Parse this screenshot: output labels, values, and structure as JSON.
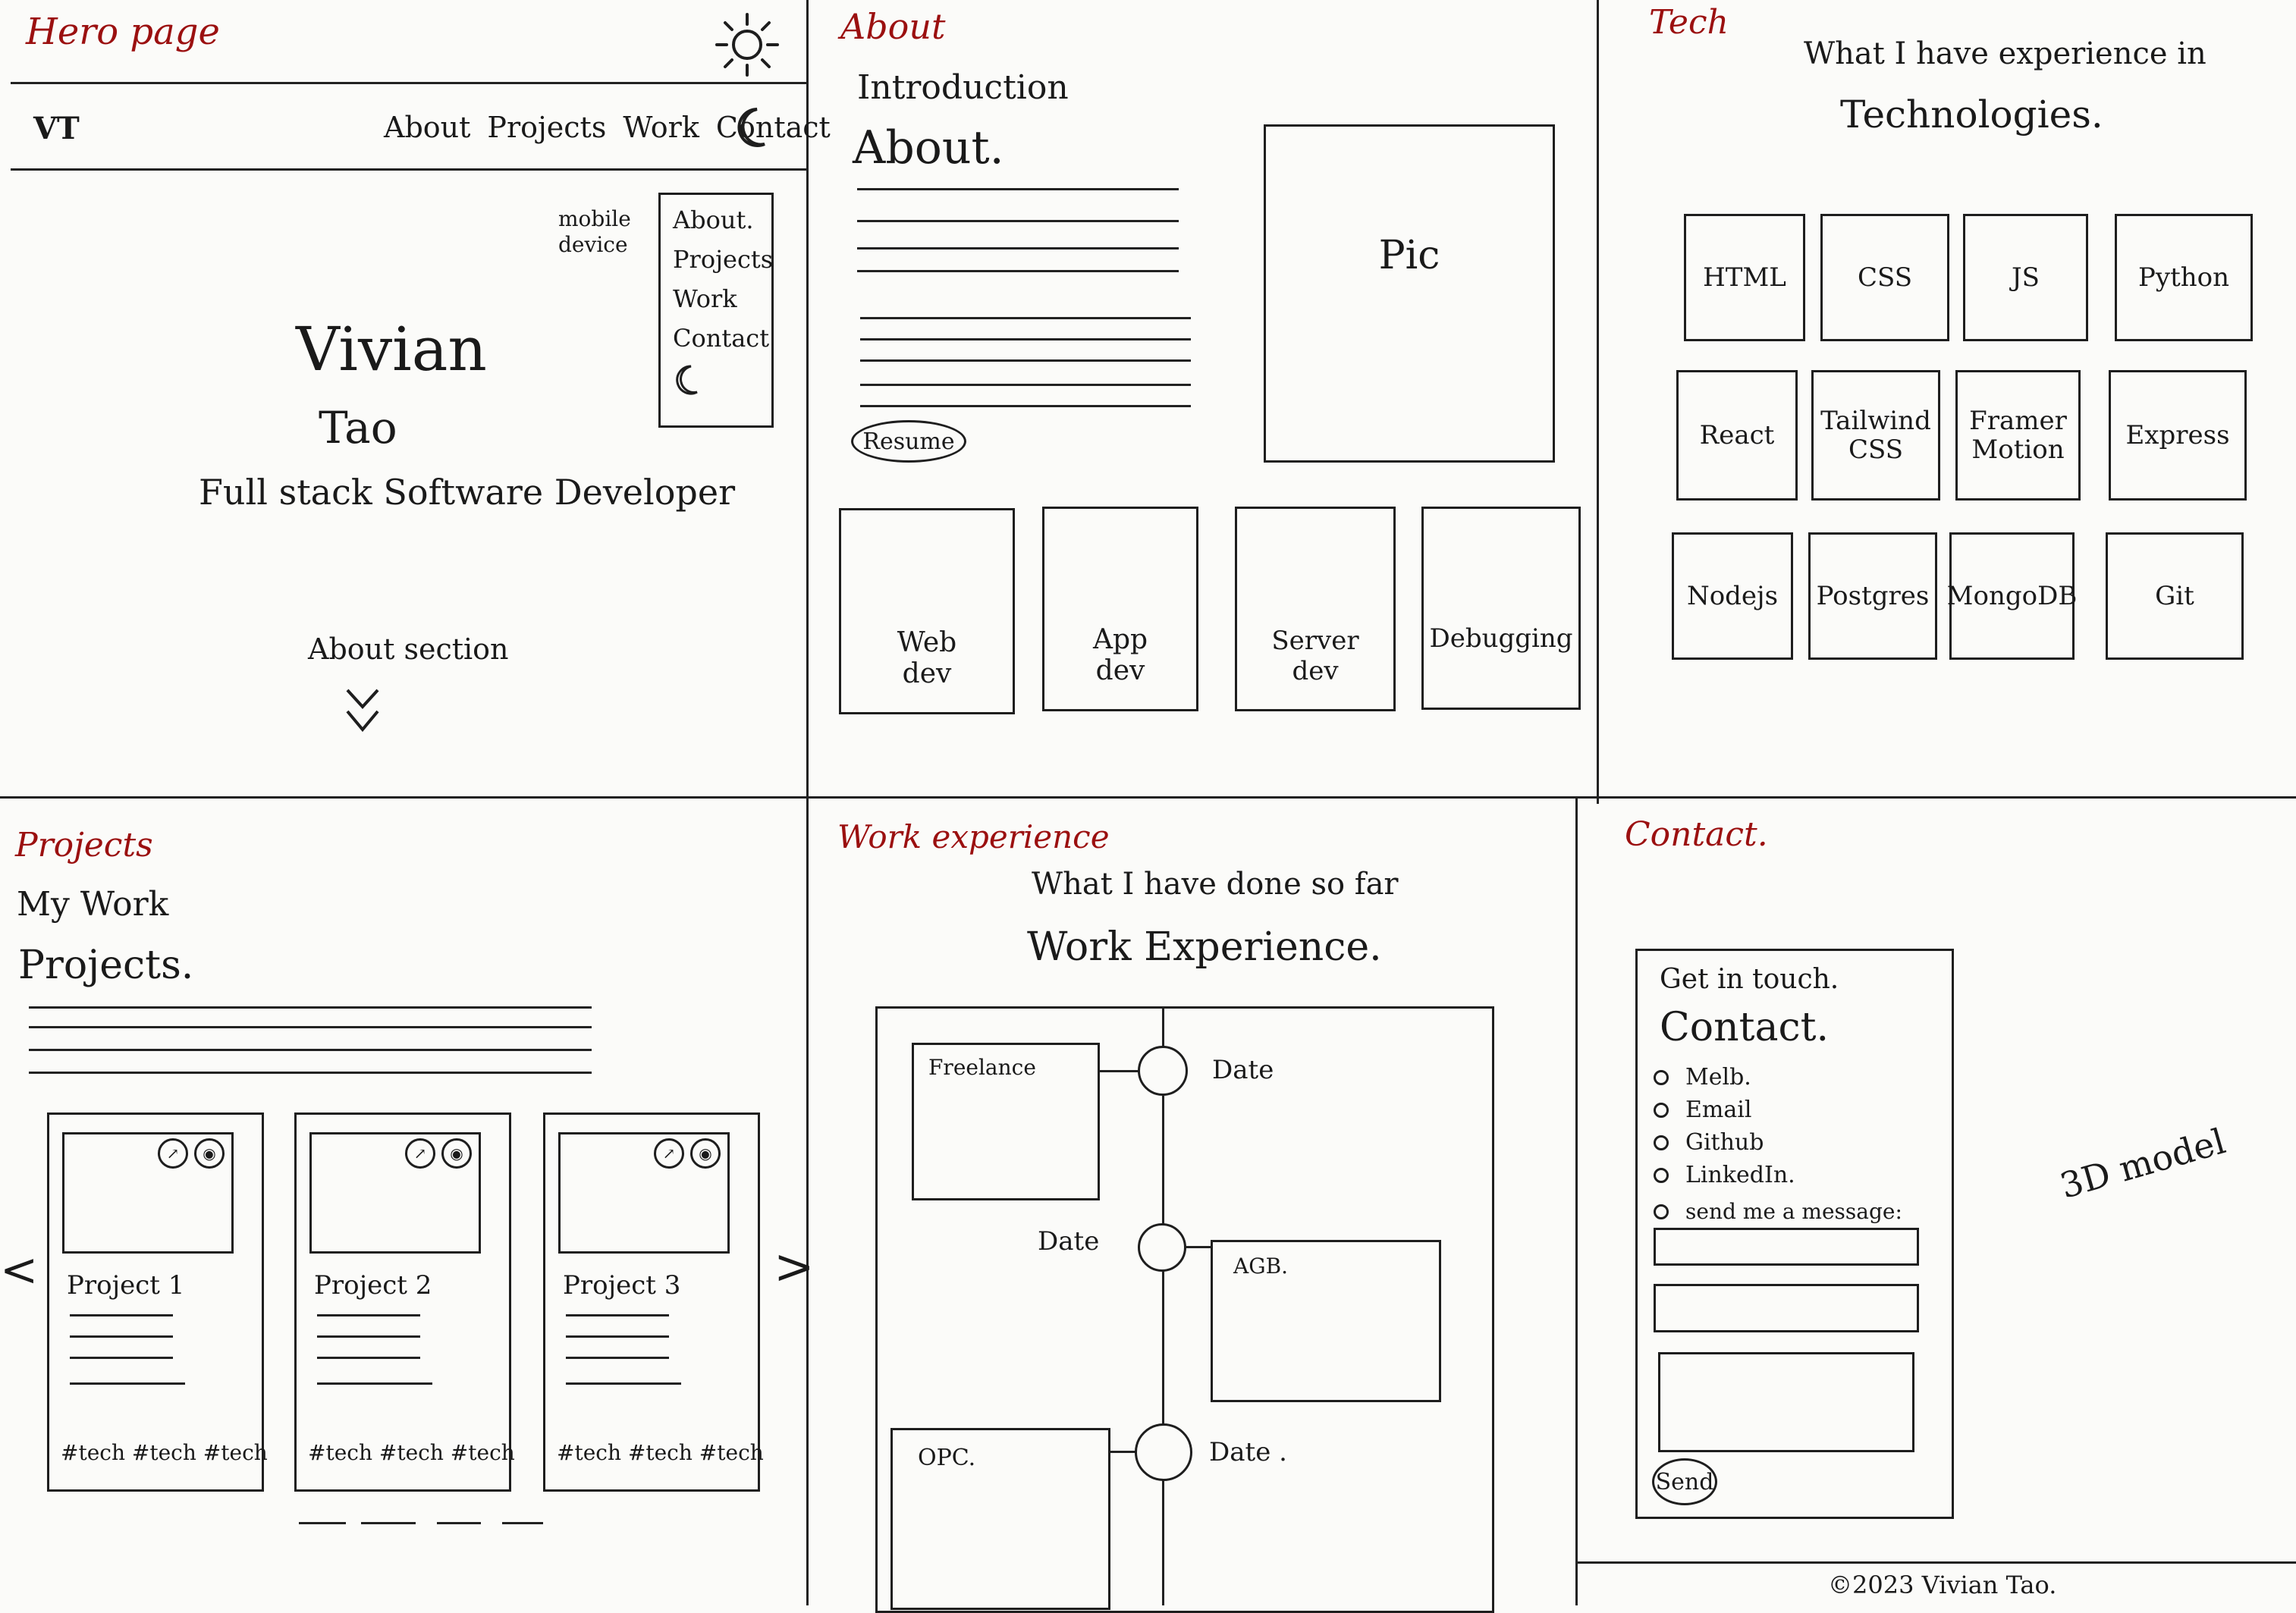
{
  "hero": {
    "label": "Hero page",
    "logo": "VT",
    "nav": [
      "About",
      "Projects",
      "Work",
      "Contact"
    ],
    "sun_icon": "sun-icon",
    "moon_icon": "moon-icon",
    "mobile_note": "mobile device",
    "mobile_menu": [
      "About.",
      "Projects",
      "Work",
      "Contact"
    ],
    "name_first": "Vivian",
    "name_last": "Tao",
    "role": "Full stack Software Developer",
    "scroll_label": "About section",
    "scroll_icon": "double-chevron-down-icon"
  },
  "about": {
    "label": "About",
    "subtitle": "Introduction",
    "title": "About.",
    "pic": "Pic",
    "resume": "Resume",
    "services": [
      "Web dev",
      "App dev",
      "Server dev",
      "Debugging"
    ]
  },
  "tech": {
    "label": "Tech",
    "subtitle": "What I have experience in",
    "title": "Technologies.",
    "items": [
      "HTML",
      "CSS",
      "JS",
      "Python",
      "React",
      "Tailwind CSS",
      "Framer Motion",
      "Express",
      "Nodejs",
      "Postgres",
      "MongoDB",
      "Git"
    ]
  },
  "projects": {
    "label": "Projects",
    "subtitle": "My Work",
    "title": "Projects.",
    "cards": [
      {
        "name": "Project 1",
        "tags": "#tech #tech #tech"
      },
      {
        "name": "Project 2",
        "tags": "#tech #tech #tech"
      },
      {
        "name": "Project 3",
        "tags": "#tech #tech #tech"
      }
    ],
    "prev": "<",
    "next": ">"
  },
  "work": {
    "label": "Work experience",
    "subtitle": "What I have done so far",
    "title": "Work Experience.",
    "entries": [
      {
        "company": "Freelance",
        "date": "Date"
      },
      {
        "company": "AGB.",
        "date": "Date"
      },
      {
        "company": "OPC.",
        "date": "Date ."
      }
    ]
  },
  "contact": {
    "label": "Contact.",
    "subtitle": "Get in touch.",
    "title": "Contact.",
    "items": [
      "Melb.",
      "Email",
      "Github",
      "LinkedIn.",
      "send me a message:"
    ],
    "send": "Send",
    "model_note": "3D model",
    "footer": "©2023 Vivian Tao."
  }
}
